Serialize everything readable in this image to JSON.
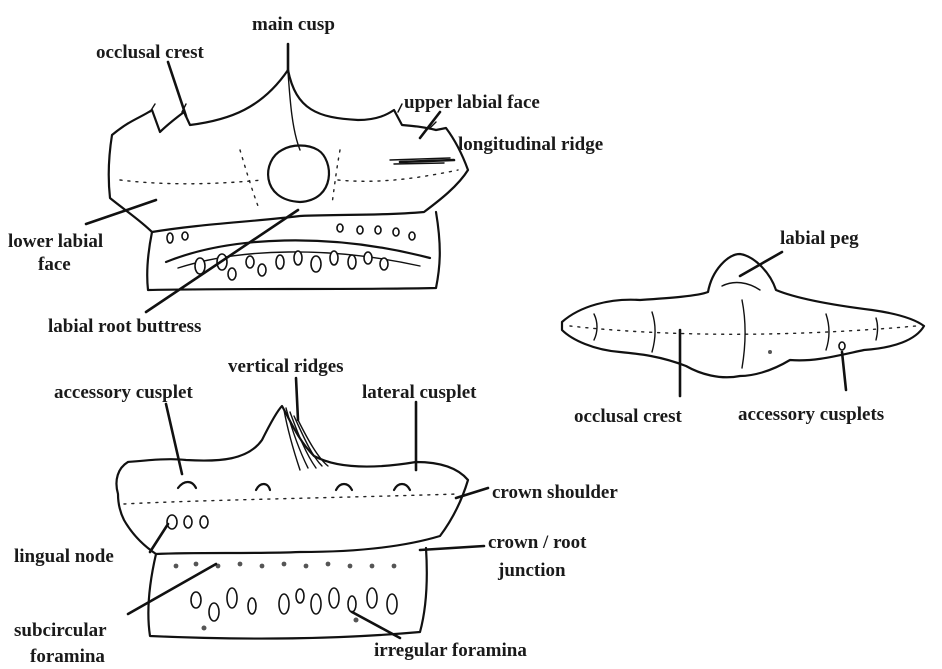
{
  "figure_a": {
    "labels": {
      "main_cusp": "main cusp",
      "occlusal_crest": "occlusal crest",
      "upper_labial_face": "upper labial face",
      "longitudinal_ridge": "longitudinal ridge",
      "lower_labial_face_1": "lower labial",
      "lower_labial_face_2": "face",
      "labial_root_buttress": "labial root buttress"
    }
  },
  "figure_b": {
    "labels": {
      "vertical_ridges": "vertical ridges",
      "accessory_cusplet": "accessory cusplet",
      "lateral_cusplet": "lateral cusplet",
      "crown_shoulder": "crown shoulder",
      "lingual_node": "lingual node",
      "crown_root_junction_1": "crown / root",
      "crown_root_junction_2": "junction",
      "subcircular_foramina_1": "subcircular",
      "subcircular_foramina_2": "foramina",
      "irregular_foramina": "irregular foramina"
    }
  },
  "figure_c": {
    "labels": {
      "labial_peg": "labial peg",
      "occlusal_crest": "occlusal crest",
      "accessory_cusplets": "accessory cusplets"
    }
  }
}
